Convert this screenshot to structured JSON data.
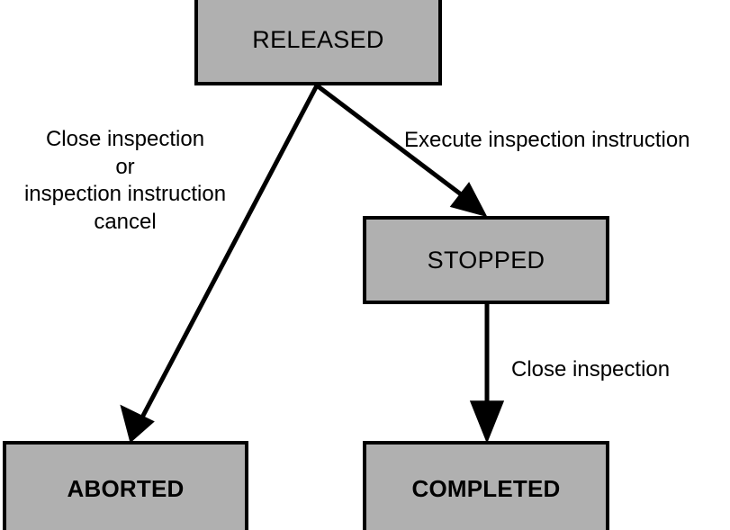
{
  "diagram": {
    "type": "state-transition-diagram",
    "background_color": "#ffffff",
    "box_fill_color": "#b0b0b0",
    "box_border_color": "#000000",
    "arrow_color": "#000000",
    "states": [
      {
        "id": "released",
        "label": "RELEASED"
      },
      {
        "id": "stopped",
        "label": "STOPPED"
      },
      {
        "id": "aborted",
        "label": "ABORTED"
      },
      {
        "id": "completed",
        "label": "COMPLETED"
      }
    ],
    "transitions": [
      {
        "id": "released-to-aborted",
        "from": "RELEASED",
        "to": "ABORTED",
        "label_lines": [
          "Close inspection",
          "or",
          "inspection instruction",
          "cancel"
        ]
      },
      {
        "id": "released-to-stopped",
        "from": "RELEASED",
        "to": "STOPPED",
        "label": "Execute inspection instruction"
      },
      {
        "id": "stopped-to-completed",
        "from": "STOPPED",
        "to": "COMPLETED",
        "label": "Close inspection"
      }
    ]
  }
}
